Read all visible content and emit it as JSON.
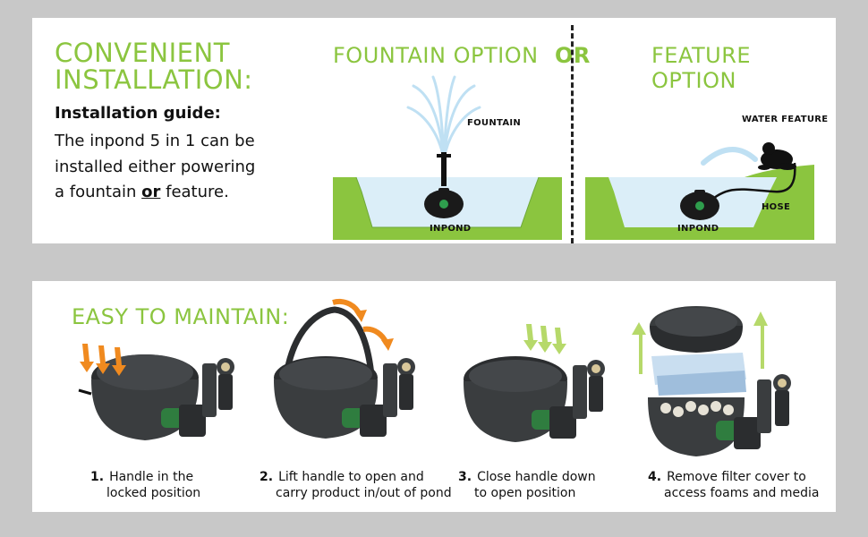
{
  "top": {
    "title_line1": "CONVENIENT",
    "title_line2": "INSTALLATION:",
    "guide_title": "Installation guide:",
    "guide_line1": "The inpond 5 in 1 can be",
    "guide_line2": "installed either powering",
    "guide_line3_a": "a fountain ",
    "guide_line3_or": "or",
    "guide_line3_b": " feature.",
    "fountain_option": "FOUNTAIN OPTION",
    "or_label": "OR",
    "feature_option": "FEATURE OPTION",
    "fountain_label": "FOUNTAIN",
    "inpond_label_left": "INPOND",
    "water_feature_label": "WATER FEATURE",
    "hose_label": "HOSE",
    "inpond_label_right": "INPOND"
  },
  "bottom": {
    "title": "EASY TO MAINTAIN:",
    "steps": [
      {
        "num": "1.",
        "line1": "Handle in the",
        "line2": "locked position"
      },
      {
        "num": "2.",
        "line1": "Lift handle to open and",
        "line2": "carry product in/out of pond"
      },
      {
        "num": "3.",
        "line1": "Close handle down",
        "line2": "to open position"
      },
      {
        "num": "4.",
        "line1": "Remove filter cover to",
        "line2": "access foams and media"
      }
    ]
  },
  "colors": {
    "green": "#8bc53f",
    "water": "#dbeef8",
    "orange": "#f08a1f",
    "light_green": "#b6d96a",
    "pump_dark": "#3a3d3f",
    "pump_green": "#2f7d3f"
  }
}
